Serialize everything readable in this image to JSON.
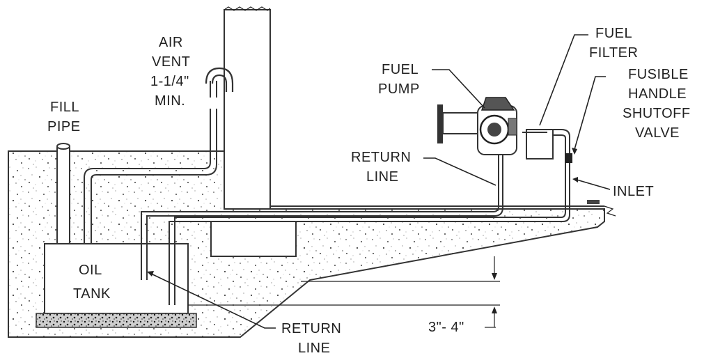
{
  "labels": {
    "air_vent": [
      "AIR",
      "VENT",
      "1-1/4\"",
      "MIN."
    ],
    "fill_pipe": [
      "FILL",
      "PIPE"
    ],
    "fuel_pump": [
      "FUEL",
      "PUMP"
    ],
    "fuel_filter": [
      "FUEL",
      "FILTER"
    ],
    "fusible_valve": [
      "FUSIBLE",
      "HANDLE",
      "SHUTOFF",
      "VALVE"
    ],
    "return_line_upper": [
      "RETURN",
      "LINE"
    ],
    "inlet": "INLET",
    "oil_tank": [
      "OIL",
      "TANK"
    ],
    "return_line_lower": [
      "RETURN",
      "LINE"
    ],
    "depth_dimension": "3\"- 4\""
  }
}
